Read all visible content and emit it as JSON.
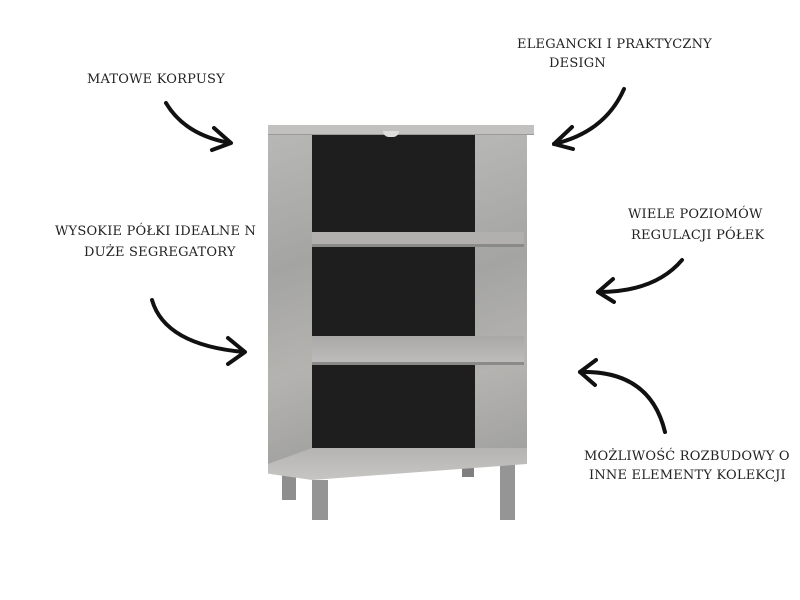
{
  "labels": {
    "matte": "MATOWE KORPUSY",
    "elegant_1": "ELEGANCKI I PRAKTYCZNY",
    "elegant_2": "DESIGN",
    "tall_1": "WYSOKIE PÓŁKI IDEALNE N",
    "tall_2": "DUŻE SEGREGATORY",
    "levels_1": "WIELE POZIOMÓW",
    "levels_2": "REGULACJI PÓŁEK",
    "expand_1": "MOŻLIWOŚĆ ROZBUDOWY O",
    "expand_2": "INNE ELEMENTY KOLEKCJI"
  },
  "colors": {
    "back": "#1e1e1e",
    "shelf": "#aeadab",
    "leg": "#8f8f8f",
    "arrow": "#111111"
  }
}
